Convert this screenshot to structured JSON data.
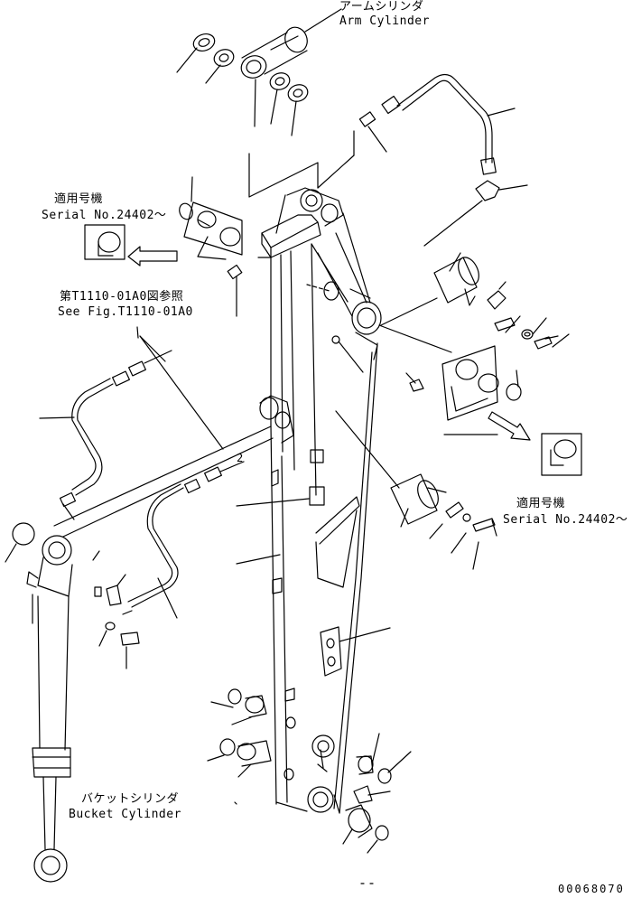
{
  "labels": {
    "arm_cylinder_jp": "アームシリンダ",
    "arm_cylinder_en": "Arm Cylinder",
    "applicable_jp_left": "適用号機",
    "serial_left": "Serial No.24402～",
    "see_fig_jp": "第T1110-01A0図参照",
    "see_fig_en": "See Fig.T1110-01A0",
    "applicable_jp_right": "適用号機",
    "serial_right": "Serial No.24402～",
    "bucket_cylinder_jp": "バケットシリンダ",
    "bucket_cylinder_en": "Bucket Cylinder",
    "callout_2": "2",
    "drawing_number": "00068070"
  },
  "colors": {
    "line": "#000000",
    "background": "#ffffff"
  }
}
